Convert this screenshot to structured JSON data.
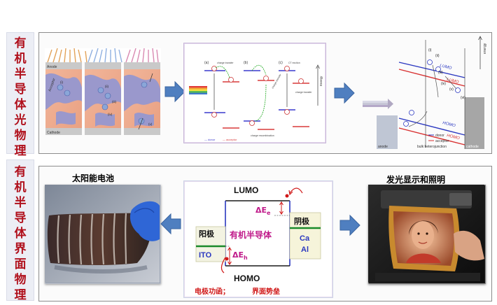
{
  "section_top": {
    "title": "有机半导体光物理"
  },
  "section_bottom": {
    "title": "有机半导体界面物理"
  },
  "top_left_figure": {
    "anode": "Anode",
    "cathode": "Cathode",
    "acceptor": "Acceptor",
    "roman": [
      "(i)",
      "(ii)",
      "(iii)",
      "(iv)",
      "(v)"
    ]
  },
  "top_middle_figure": {
    "labels": [
      "(a)",
      "(b)",
      "(c)"
    ],
    "energy_axis": "Energy",
    "legend_donor": "— donor",
    "legend_acceptor": "— acceptor",
    "notes": [
      "charge transfer",
      "charge recombination",
      "CT exciton",
      "charge transfer",
      "charge transfer"
    ]
  },
  "top_right_figure": {
    "energy_axis": "energy",
    "lumo": "LUMO",
    "homo": "HOMO",
    "legend_donor": "donor",
    "legend_acceptor": "acceptor",
    "anode": "anode",
    "bulk": "bulk heterojunction",
    "cathode": "cathode",
    "roman": [
      "(i)",
      "(ii)",
      "(iii)",
      "(iv)",
      "(v)",
      "(vi)"
    ]
  },
  "bottom_left": {
    "caption": "太阳能电池"
  },
  "bottom_right": {
    "caption": "发光显示和照明"
  },
  "bottom_center": {
    "lumo": "LUMO",
    "homo": "HOMO",
    "anode": "阳极",
    "ito": "ITO",
    "cathode": "阴极",
    "ca": "Ca",
    "al": "Al",
    "semiconductor": "有机半导体",
    "delta_e": "ΔE",
    "sub_e": "e",
    "sub_h": "h",
    "work_function": "电极功函；",
    "barrier": "界面势垒"
  },
  "colors": {
    "title_red": "#b0101c",
    "arrow_blue": "#4f7fc0",
    "lumo_blue": "#2233aa",
    "green": "#1a8a2a",
    "magenta": "#d0208a"
  }
}
